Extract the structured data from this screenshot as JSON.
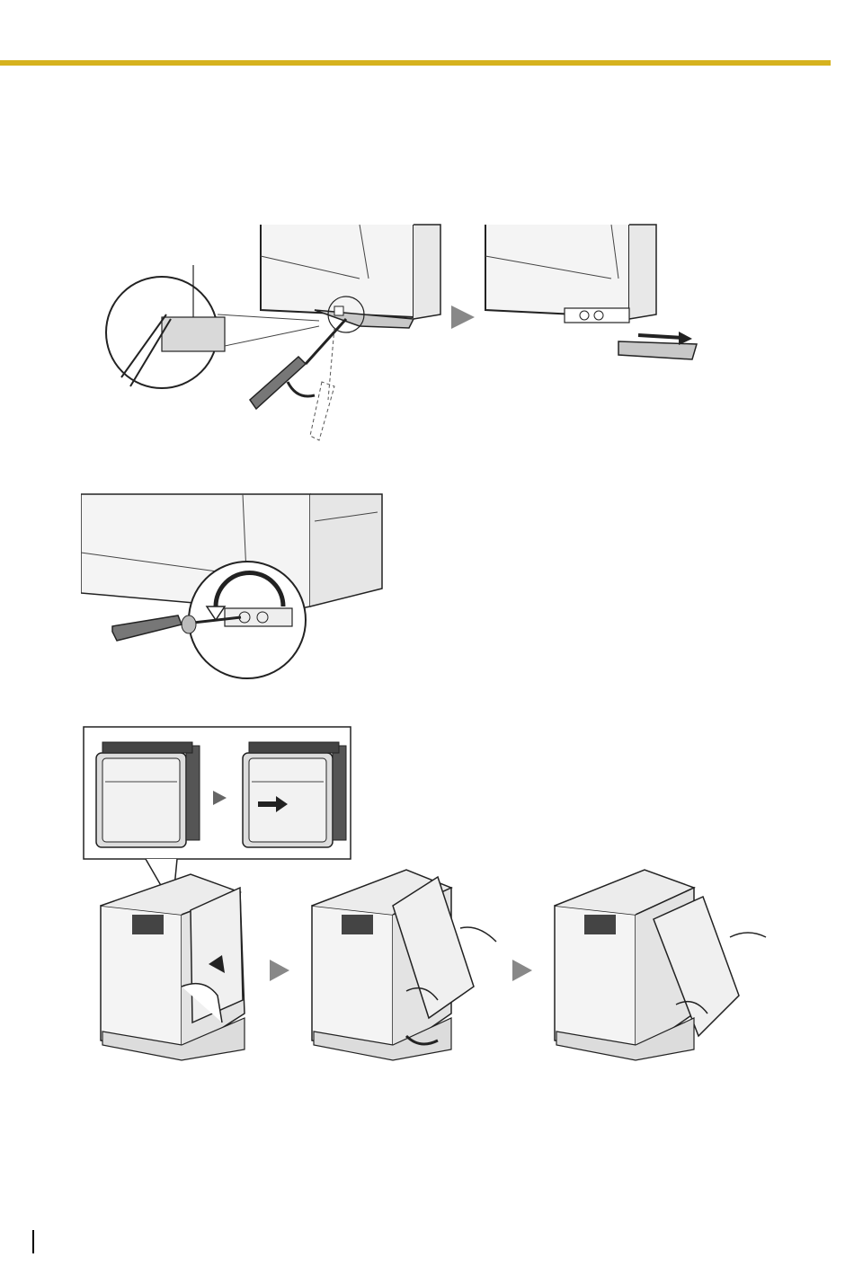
{
  "page": {
    "header_rule_color": "#d6b21e",
    "figures": [
      {
        "id": "step-1",
        "icons": [
          "screwdriver-icon",
          "magnifier-callout-icon",
          "arrow-icon"
        ]
      },
      {
        "id": "step-2",
        "icons": [
          "screwdriver-icon",
          "rotate-arrow-icon"
        ]
      },
      {
        "id": "step-3",
        "icons": [
          "cabinet-icon",
          "hand-icon",
          "arrow-icon"
        ]
      }
    ]
  }
}
